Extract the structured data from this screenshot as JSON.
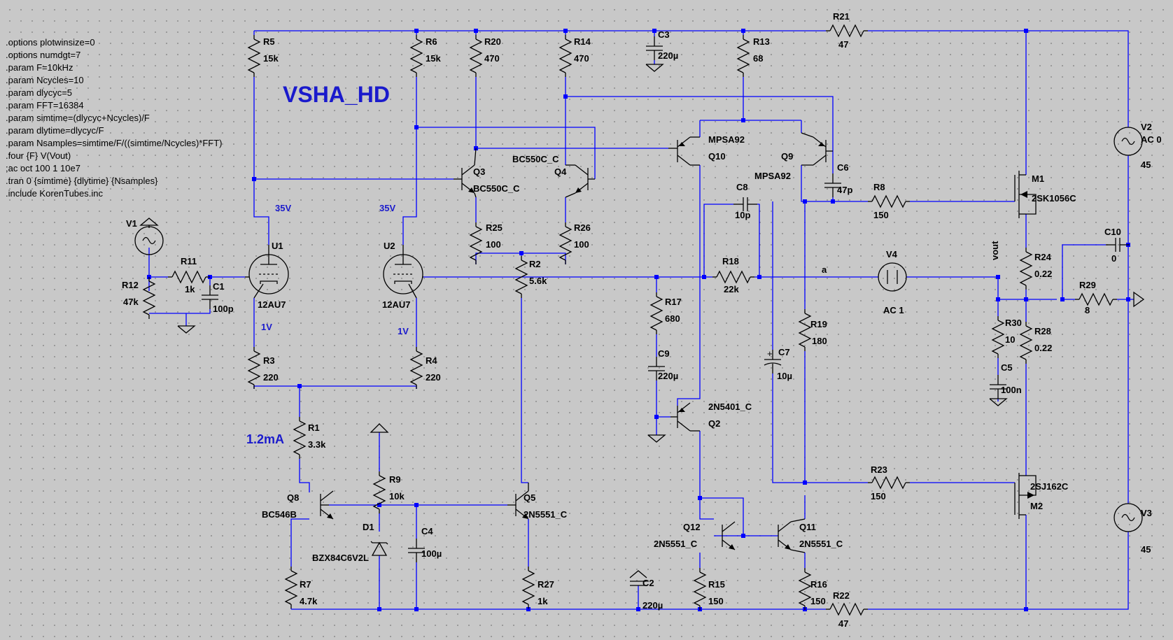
{
  "title": "VSHA_HD",
  "directives": [
    ".options plotwinsize=0",
    ".options numdgt=7",
    ".param F=10kHz",
    ".param Ncycles=10",
    ".param dlycyc=5",
    ".param FFT=16384",
    ".param simtime=(dlycyc+Ncycles)/F",
    ".param dlytime=dlycyc/F",
    ".param Nsamples=simtime/F/((simtime/Ncycles)*FFT)",
    ".four {F} V(Vout)",
    ";ac oct 100 1 10e7",
    ".tran 0 {simtime} {dlytime} {Nsamples}",
    ".include KorenTubes.inc"
  ],
  "components": {
    "R5": {
      "ref": "R5",
      "value": "15k"
    },
    "R6": {
      "ref": "R6",
      "value": "15k"
    },
    "R20": {
      "ref": "R20",
      "value": "470"
    },
    "R14": {
      "ref": "R14",
      "value": "470"
    },
    "C3": {
      "ref": "C3",
      "value": "220µ"
    },
    "R13": {
      "ref": "R13",
      "value": "68"
    },
    "R21": {
      "ref": "R21",
      "value": "47"
    },
    "Q3": {
      "ref": "Q3",
      "model": "BC550C_C"
    },
    "Q4": {
      "ref": "Q4",
      "model": "BC550C_C"
    },
    "Q10": {
      "ref": "Q10",
      "model": "MPSA92"
    },
    "Q9": {
      "ref": "Q9",
      "model": "MPSA92"
    },
    "C6": {
      "ref": "C6",
      "value": "47p"
    },
    "C8": {
      "ref": "C8",
      "value": "10p"
    },
    "R8": {
      "ref": "R8",
      "value": "150"
    },
    "M1": {
      "ref": "M1",
      "model": "2SK1056C"
    },
    "V2": {
      "ref": "V2",
      "value": "AC 0",
      "dc": "45"
    },
    "R25": {
      "ref": "R25",
      "value": "100"
    },
    "R26": {
      "ref": "R26",
      "value": "100"
    },
    "R2": {
      "ref": "R2",
      "value": "5.6k"
    },
    "R18": {
      "ref": "R18",
      "value": "22k"
    },
    "V4": {
      "ref": "V4",
      "value": "AC 1"
    },
    "R24": {
      "ref": "R24",
      "value": "0.22"
    },
    "C10": {
      "ref": "C10",
      "value": "0"
    },
    "R29": {
      "ref": "R29",
      "value": "8"
    },
    "V1": {
      "ref": "V1"
    },
    "R11": {
      "ref": "R11",
      "value": "1k"
    },
    "R12": {
      "ref": "R12",
      "value": "47k"
    },
    "C1": {
      "ref": "C1",
      "value": "100p"
    },
    "U1": {
      "ref": "U1",
      "model": "12AU7"
    },
    "U2": {
      "ref": "U2",
      "model": "12AU7"
    },
    "R17": {
      "ref": "R17",
      "value": "680"
    },
    "R19": {
      "ref": "R19",
      "value": "180"
    },
    "C7": {
      "ref": "C7",
      "value": "10µ"
    },
    "C9": {
      "ref": "C9",
      "value": "220µ"
    },
    "R30": {
      "ref": "R30",
      "value": "10"
    },
    "C5": {
      "ref": "C5",
      "value": "100n"
    },
    "R28": {
      "ref": "R28",
      "value": "0.22"
    },
    "R3": {
      "ref": "R3",
      "value": "220"
    },
    "R4": {
      "ref": "R4",
      "value": "220"
    },
    "Q2": {
      "ref": "Q2",
      "model": "2N5401_C"
    },
    "R1": {
      "ref": "R1",
      "value": "3.3k"
    },
    "R9": {
      "ref": "R9",
      "value": "10k"
    },
    "R23": {
      "ref": "R23",
      "value": "150"
    },
    "M2": {
      "ref": "M2",
      "model": "2SJ162C"
    },
    "Q8": {
      "ref": "Q8",
      "model": "BC546B"
    },
    "Q5": {
      "ref": "Q5",
      "model": "2N5551_C"
    },
    "D1": {
      "ref": "D1",
      "model": "BZX84C6V2L"
    },
    "C4": {
      "ref": "C4",
      "value": "100µ"
    },
    "Q12": {
      "ref": "Q12",
      "model": "2N5551_C"
    },
    "Q11": {
      "ref": "Q11",
      "model": "2N5551_C"
    },
    "V3": {
      "ref": "V3",
      "dc": "45"
    },
    "R7": {
      "ref": "R7",
      "value": "4.7k"
    },
    "R27": {
      "ref": "R27",
      "value": "1k"
    },
    "C2": {
      "ref": "C2",
      "value": "220µ"
    },
    "R15": {
      "ref": "R15",
      "value": "150"
    },
    "R16": {
      "ref": "R16",
      "value": "150"
    },
    "R22": {
      "ref": "R22",
      "value": "47"
    }
  },
  "annotations": {
    "u1_plate": "35V",
    "u2_plate": "35V",
    "u1_cathode": "1V",
    "u2_cathode": "1V",
    "tail_current": "1.2mA",
    "net_a": "a",
    "net_vout": "vout"
  },
  "colors": {
    "wire": "#0000ff",
    "component": "#000000",
    "annotation": "#1a1acc",
    "background": "#c8c8c8"
  }
}
